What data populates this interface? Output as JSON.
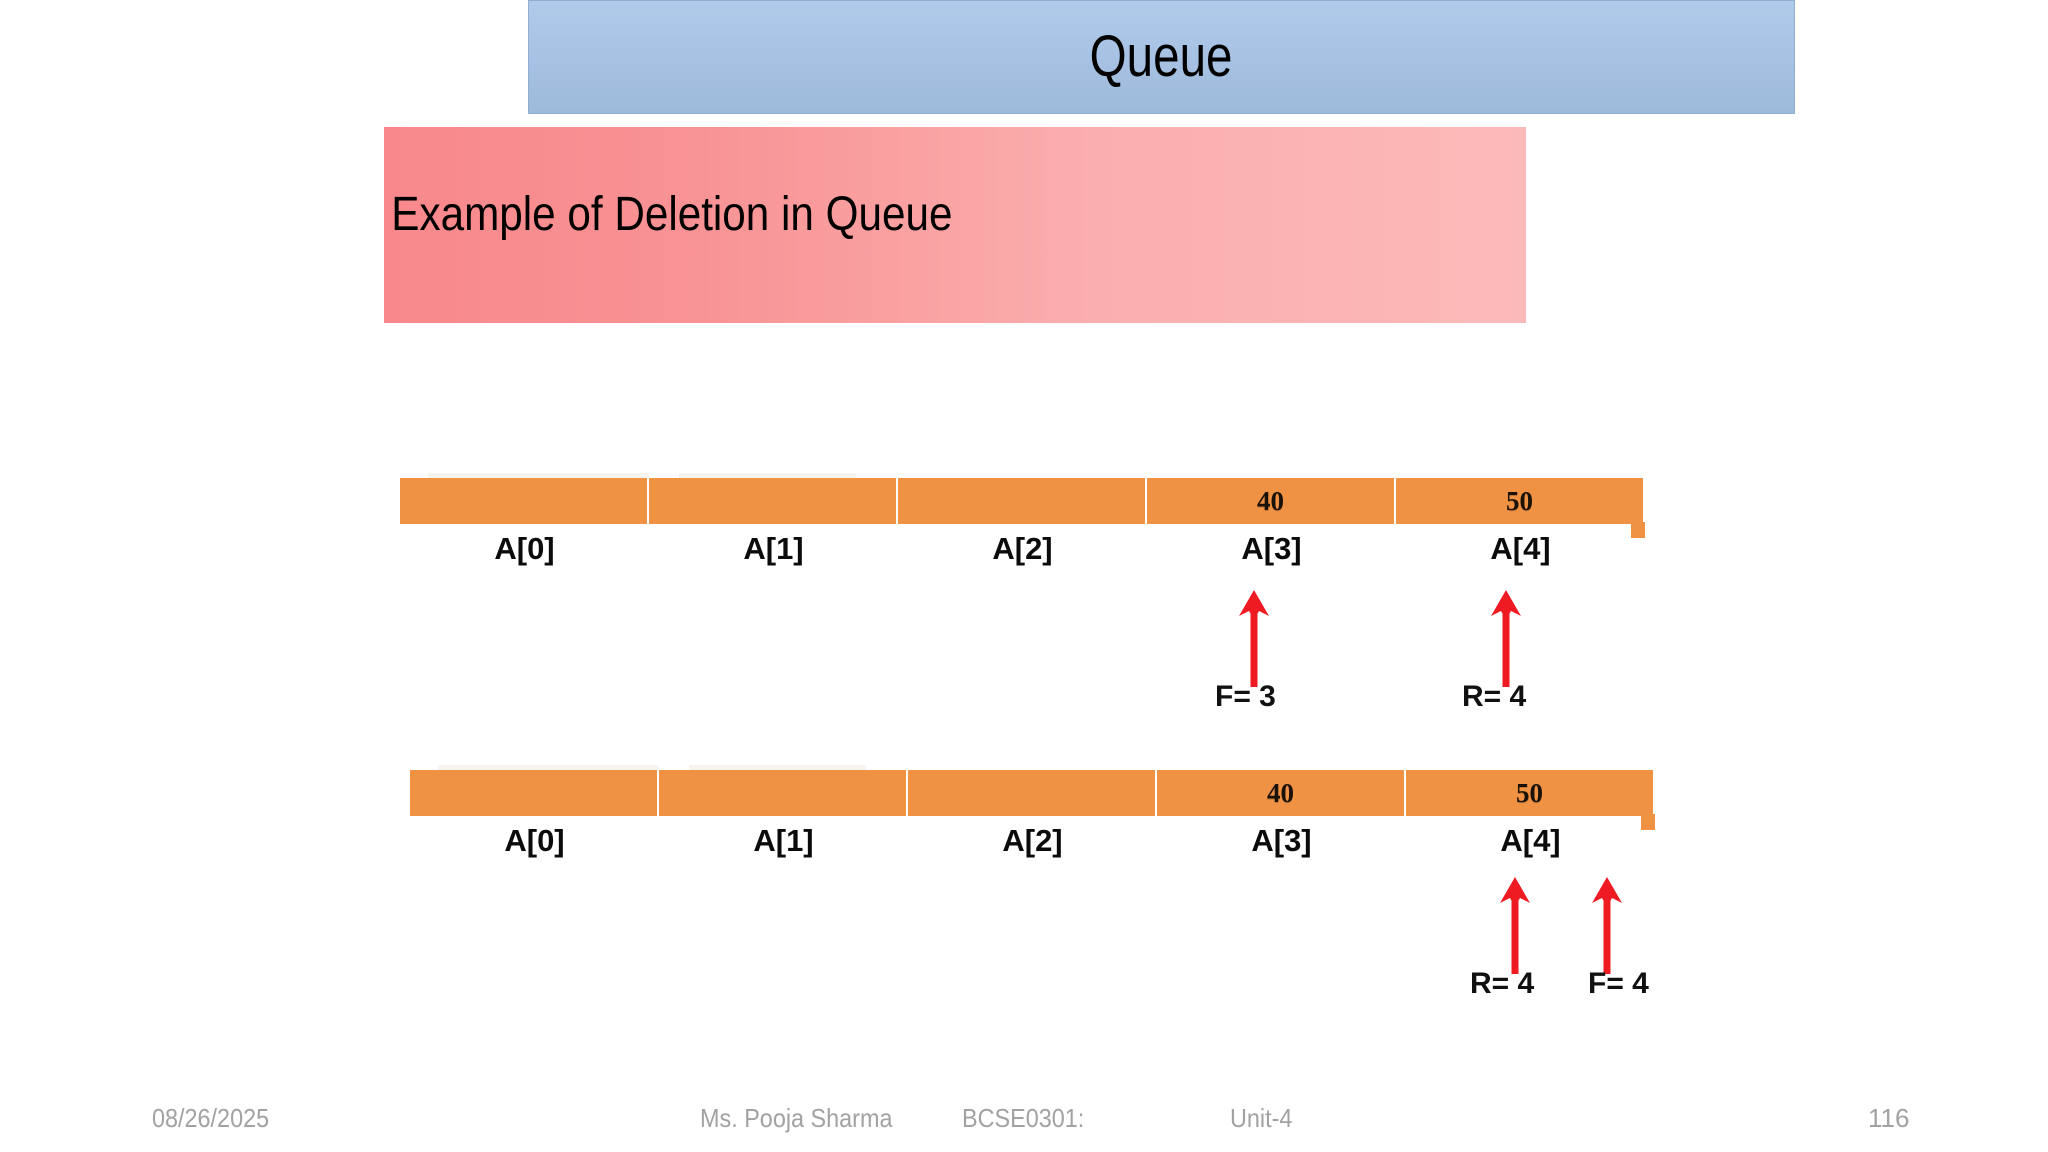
{
  "slide": {
    "title": "Queue",
    "subtitle": "Example of Deletion in Queue"
  },
  "colors": {
    "title_bar": "#a6c1e3",
    "subtitle_start": "#f8888b",
    "subtitle_end": "#fcb9b9",
    "cell_fill": "#ef9244",
    "arrow": "#ee1c22",
    "footer_text": "#a2a2a2"
  },
  "diagrams": [
    {
      "name": "queue-before-deletion",
      "cells": [
        {
          "label": "A[0]",
          "value": ""
        },
        {
          "label": "A[1]",
          "value": ""
        },
        {
          "label": "A[2]",
          "value": ""
        },
        {
          "label": "A[3]",
          "value": "40"
        },
        {
          "label": "A[4]",
          "value": "50"
        }
      ],
      "pointers": [
        {
          "name": "front-pointer",
          "label": "F= 3",
          "index": 3
        },
        {
          "name": "rear-pointer",
          "label": "R= 4",
          "index": 4
        }
      ]
    },
    {
      "name": "queue-after-deletion",
      "cells": [
        {
          "label": "A[0]",
          "value": ""
        },
        {
          "label": "A[1]",
          "value": ""
        },
        {
          "label": "A[2]",
          "value": ""
        },
        {
          "label": "A[3]",
          "value": "40"
        },
        {
          "label": "A[4]",
          "value": "50"
        }
      ],
      "pointers": [
        {
          "name": "rear-pointer",
          "label": "R= 4",
          "index": 4
        },
        {
          "name": "front-pointer",
          "label": "F= 4",
          "index": 4
        }
      ]
    }
  ],
  "footer": {
    "date": "08/26/2025",
    "author": "Ms. Pooja Sharma",
    "course_code": "BCSE0301:",
    "unit": "Unit-4",
    "page_number": "116"
  }
}
